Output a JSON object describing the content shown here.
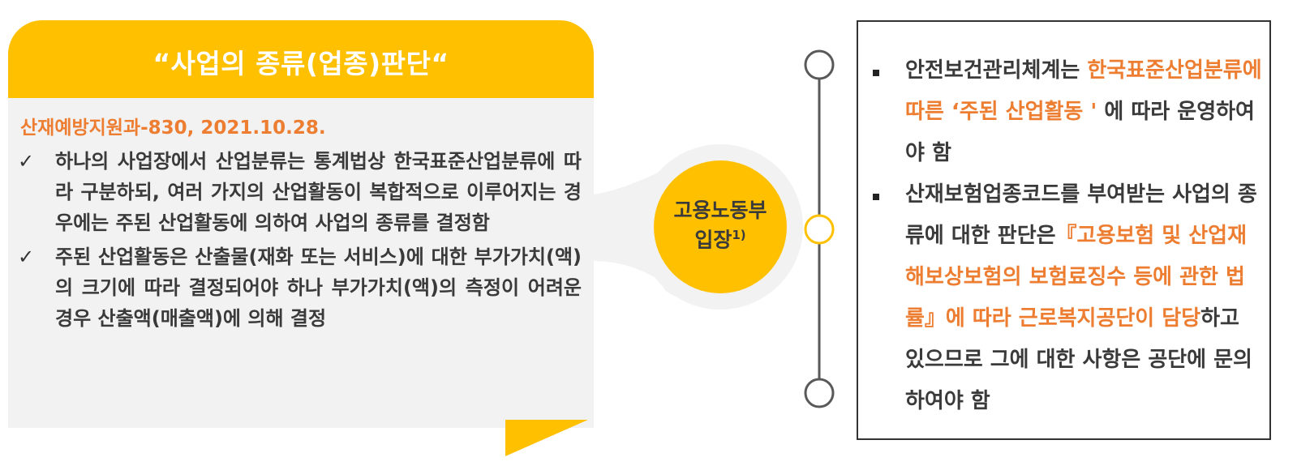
{
  "left_panel": {
    "title": "“사업의 종류(업종)판단“",
    "doc_ref": "산재예방지원과-830, 2021.10.28.",
    "bullets": [
      "하나의 사업장에서 산업분류는 통계법상 한국표준산업분류에 따라 구분하되, 여러 가지의 산업활동이 복합적으로 이루어지는 경우에는 주된 산업활동에 의하여 사업의 종류를 결정함",
      "주된 산업활동은 산출물(재화 또는 서비스)에 대한 부가가치(액)의 크기에 따라 결정되어야 하나 부가가치(액)의 측정이 어려운 경우 산출액(매출액)에 의해 결정"
    ]
  },
  "callout": {
    "line1": "고용노동부",
    "line2": "입장",
    "superscript": "1)"
  },
  "right_panel": {
    "item1": {
      "text_a": "안전보건관리체계는 ",
      "highlight_a": "한국표준산업분류에 따른 ‘주된 산업활동 ' ",
      "text_b": "에 따라 운영하여야 함"
    },
    "item2": {
      "text_a": "산재보험업종코드를 부여받는 사업의 종류에 대한 판단은",
      "highlight_a": "『고용보험 및 산업재해보상보험의 보험료징수 등에 관한 법률』에 따라 근로복지공단이 담당",
      "text_b": "하고 있으므로 그에 대한 사항은 공단에 문의하여야 함"
    }
  },
  "colors": {
    "accent_yellow": "#FFC000",
    "highlight_orange": "#ED7D31",
    "panel_gray": "#F2F2F2",
    "timeline_gray": "#595959"
  },
  "icons": {
    "bullet_check": "✓",
    "bullet_square": "square-bullet-icon"
  }
}
